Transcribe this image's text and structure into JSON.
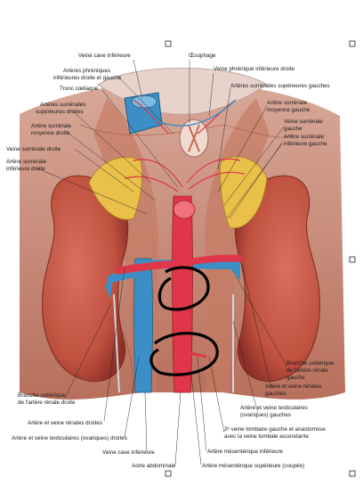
{
  "labels": {
    "veine_cave_inferieure_top": "Veine cave inférieure",
    "oesophage": "Œsophage",
    "arteres_phreniques_1": "Artères phréniques",
    "arteres_phreniques_2": "inférieures droite et gauche",
    "veine_phrenique_inf_droite": "Veine phrénique inférieure droite",
    "tronc_coeliaque": "Tronc cœliaque",
    "arteres_surrenales_sup_gauches": "Artères surrénales supérieures gauches",
    "arteres_surrenales_sup_droites_1": "Artères surrénales",
    "arteres_surrenales_sup_droites_2": "supérieures droites",
    "artere_surrenale_moyenne_gauche_1": "Artère surrénale",
    "artere_surrenale_moyenne_gauche_2": "moyenne gauche",
    "artere_surrenale_moyenne_droite_1": "Artère surrénale",
    "artere_surrenale_moyenne_droite_2": "moyenne droite",
    "veine_surrenale_gauche_1": "Veine surrénale",
    "veine_surrenale_gauche_2": "gauche",
    "veine_surrenale_droite": "Veine surrénale droite",
    "artere_surrenale_inf_gauche_1": "Artère surrénale",
    "artere_surrenale_inf_gauche_2": "inférieure gauche",
    "artere_surrenale_inf_droite_1": "Artère surrénale",
    "artere_surrenale_inf_droite_2": "inférieure droite",
    "branche_ureterique_gauche_1": "Branche urétérique",
    "branche_ureterique_gauche_2": "de l'artère rénale",
    "branche_ureterique_gauche_3": "gauche",
    "artere_veine_renales_gauches_1": "Artère et veine rénales",
    "artere_veine_renales_gauches_2": "gauches",
    "branche_ureterique_droite_1": "Branche urétérique",
    "branche_ureterique_droite_2": "de l'artère rénale droite",
    "artere_veine_testiculaires_gauches_1": "Artère et veine testiculaires",
    "artere_veine_testiculaires_gauches_2": "(ovariques) gauches",
    "artere_veine_renales_droites": "Artère et veine rénales droites",
    "veine_lombaire_1": "2ᵉ veine lombaire gauche et anastomose",
    "veine_lombaire_2": "avec la veine lombale ascendante",
    "artere_veine_testiculaires_droites": "Artère et veine testiculaires (ovariques) droites",
    "artere_mesenterique_inf": "Artère mésentérique inférieure",
    "veine_cave_inferieure_bottom": "Veine cave inférieure",
    "aorte_abdominale": "Aorte abdominale",
    "artere_mesenterique_sup": "Artère mésentérique supérieure (coupée)"
  },
  "colors": {
    "background": "#ffffff",
    "kidney": "#c9584a",
    "kidney_dark": "#8e2f28",
    "muscle": "#c2725e",
    "artery": "#e0364a",
    "vein": "#3c8fc6",
    "adrenal": "#e8c04a",
    "annotation_ink": "#000000"
  }
}
